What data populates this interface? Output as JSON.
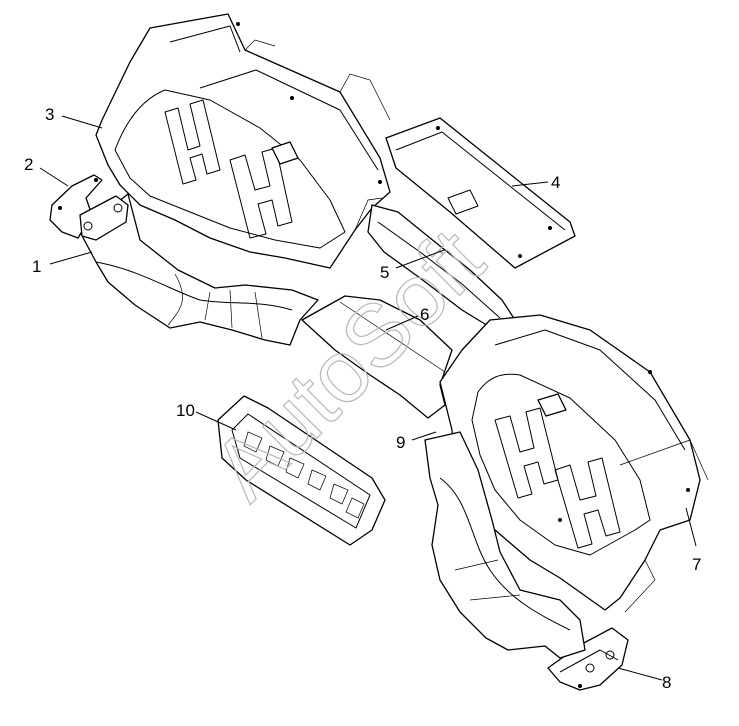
{
  "watermark": "AutoSoft",
  "callouts": [
    {
      "id": "c1",
      "label": "1"
    },
    {
      "id": "c2",
      "label": "2"
    },
    {
      "id": "c3",
      "label": "3"
    },
    {
      "id": "c4",
      "label": "4"
    },
    {
      "id": "c5",
      "label": "5"
    },
    {
      "id": "c6",
      "label": "6"
    },
    {
      "id": "c7",
      "label": "7"
    },
    {
      "id": "c8",
      "label": "8"
    },
    {
      "id": "c9",
      "label": "9"
    },
    {
      "id": "c10",
      "label": "10"
    }
  ],
  "colors": {
    "line": "#000000",
    "background": "#ffffff",
    "watermark": "#b8b8b8"
  }
}
